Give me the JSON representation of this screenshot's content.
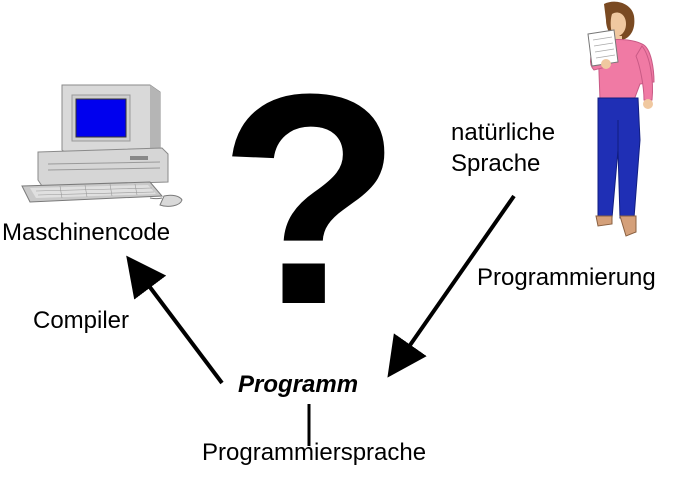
{
  "labels": {
    "machine_code": "Maschinencode",
    "natural_language_line1": "natürliche",
    "natural_language_line2": "Sprache",
    "compiler": "Compiler",
    "programming": "Programmierung",
    "program": "Programm",
    "programming_language": "Programmiersprache"
  },
  "question_mark": "?",
  "icons": {
    "computer": "desktop-computer-icon",
    "person": "woman-reading-icon"
  },
  "colors": {
    "screen": "#0000ee",
    "shirt": "#f07aa4",
    "pants": "#1f2fb5",
    "ink": "#000000"
  }
}
